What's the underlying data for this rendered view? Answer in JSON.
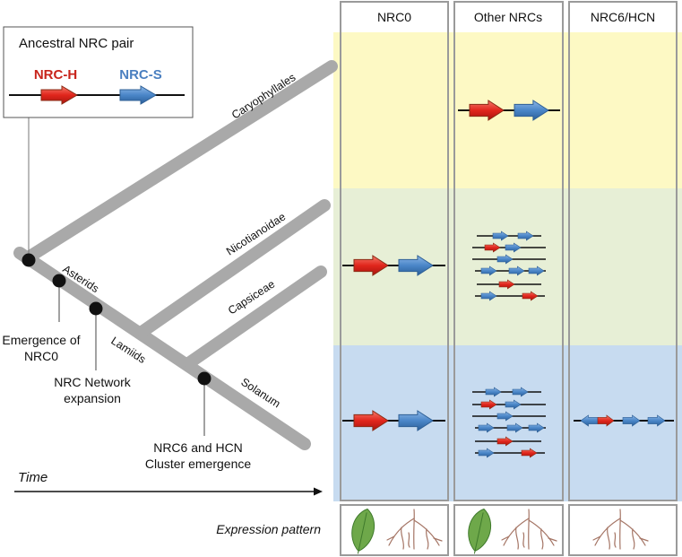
{
  "legend": {
    "title": "Ancestral NRC pair",
    "helper_label": "NRC-H",
    "sensor_label": "NRC-S"
  },
  "colors": {
    "helper": "#e1261c",
    "sensor": "#4a86c8",
    "band_caryophyllales": "#fdf9c4",
    "band_asterids": "#e7efd6",
    "band_solanum": "#c7dbf0",
    "branch": "#a9a9a9",
    "frame": "#9a9a9a"
  },
  "columns": [
    "NRC0",
    "Other NRCs",
    "NRC6/HCN"
  ],
  "tree": {
    "clades": [
      "Caryophyllales",
      "Nicotianoidae",
      "Capsiceae",
      "Solanum"
    ],
    "internal_labels": [
      "Asterids",
      "Lamiids"
    ],
    "events": [
      {
        "line1": "Emergence of",
        "line2": "NRC0"
      },
      {
        "line1": "NRC Network",
        "line2": "expansion"
      },
      {
        "line1": "NRC6 and HCN",
        "line2": "Cluster emergence"
      }
    ]
  },
  "time_label": "Time",
  "expression_label": "Expression pattern",
  "expression": [
    {
      "column": "NRC0",
      "icons": [
        "leaf-icon",
        "root-icon"
      ]
    },
    {
      "column": "Other NRCs",
      "icons": [
        "leaf-icon",
        "root-icon"
      ]
    },
    {
      "column": "NRC6/HCN",
      "icons": [
        "root-icon"
      ]
    }
  ]
}
